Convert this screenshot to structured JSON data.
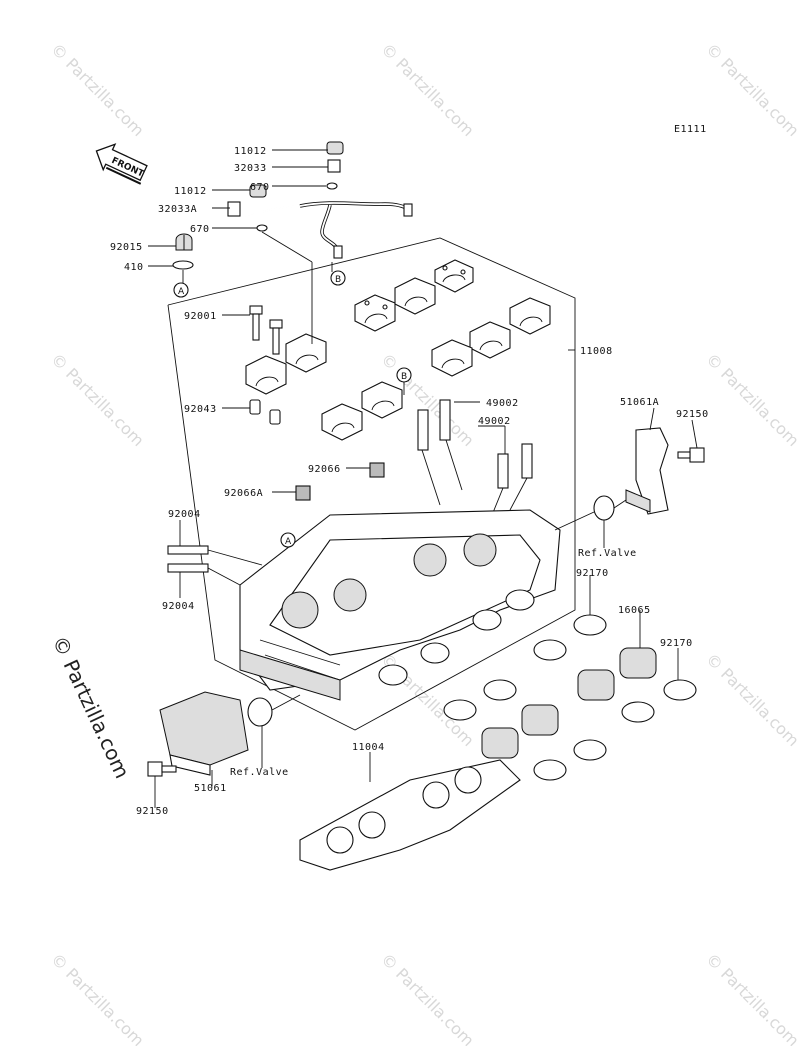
{
  "diagram_code": "E1111",
  "front_label": "FRONT",
  "watermark_text": "© Partzilla.com",
  "side_watermark": "© Partzilla.com",
  "callouts": [
    {
      "id": "p11012a",
      "text": "11012"
    },
    {
      "id": "p32033",
      "text": "32033"
    },
    {
      "id": "p670a",
      "text": "670"
    },
    {
      "id": "p11012b",
      "text": "11012"
    },
    {
      "id": "p32033a",
      "text": "32033A"
    },
    {
      "id": "p670b",
      "text": "670"
    },
    {
      "id": "p92015",
      "text": "92015"
    },
    {
      "id": "p410",
      "text": "410"
    },
    {
      "id": "p92001",
      "text": "92001"
    },
    {
      "id": "p92043",
      "text": "92043"
    },
    {
      "id": "p92066",
      "text": "92066"
    },
    {
      "id": "p92066a",
      "text": "92066A"
    },
    {
      "id": "p92004a",
      "text": "92004"
    },
    {
      "id": "p92004b",
      "text": "92004"
    },
    {
      "id": "p11008",
      "text": "11008"
    },
    {
      "id": "p49002a",
      "text": "49002"
    },
    {
      "id": "p49002b",
      "text": "49002"
    },
    {
      "id": "p51061a",
      "text": "51061A"
    },
    {
      "id": "p92150a",
      "text": "92150"
    },
    {
      "id": "prefvalve1",
      "text": "Ref.Valve"
    },
    {
      "id": "p92170a",
      "text": "92170"
    },
    {
      "id": "p16065",
      "text": "16065"
    },
    {
      "id": "p92170b",
      "text": "92170"
    },
    {
      "id": "p11004",
      "text": "11004"
    },
    {
      "id": "prefvalve2",
      "text": "Ref.Valve"
    },
    {
      "id": "p51061",
      "text": "51061"
    },
    {
      "id": "p92150b",
      "text": "92150"
    }
  ],
  "refs": {
    "A": "A",
    "B": "B"
  }
}
